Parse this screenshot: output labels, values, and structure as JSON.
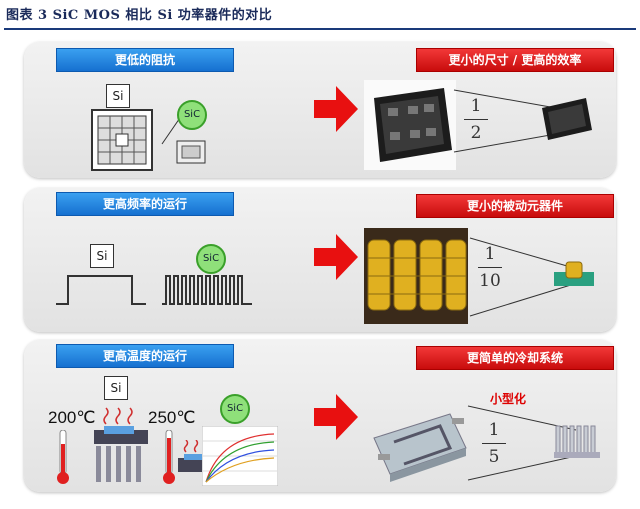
{
  "title": "图表 3  SiC MOS 相比 Si 功率器件的对比",
  "rows": [
    {
      "left_label": "更低的阻抗",
      "right_label": "更小的尺寸 / 更高的效率",
      "num": "1",
      "den": "2"
    },
    {
      "left_label": "更高频率的运行",
      "right_label": "更小的被动元器件",
      "num": "1",
      "den": "10"
    },
    {
      "left_label": "更高温度的运行",
      "right_label": "更简单的冷却系统",
      "num": "1",
      "den": "5"
    }
  ],
  "chip": {
    "si": "Si",
    "sic": "SiC"
  },
  "temps": {
    "si": "200℃",
    "sic": "250℃"
  },
  "miniaturize": "小型化",
  "colors": {
    "blue": "#1e7fe0",
    "red": "#e01818",
    "arrow": "#e81010"
  }
}
